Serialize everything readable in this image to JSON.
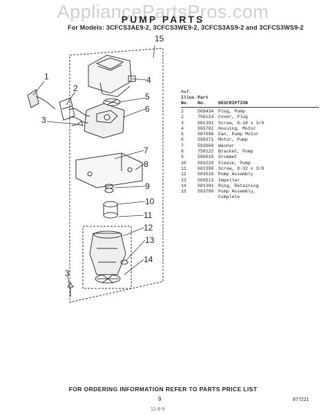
{
  "watermark": "AppliancePartsPros.com",
  "title": "PUMP PARTS",
  "models_line": "For Models: 3CFCS3AE9-2, 3CFCS3WE9-2, 3CFCS3AS9-2 and 3CFCS3WS9-2",
  "callouts": [
    "15",
    "1",
    "2",
    "3",
    "4",
    "5",
    "6",
    "7",
    "8",
    "9",
    "10",
    "11",
    "12",
    "13",
    "14",
    "3"
  ],
  "table": {
    "key_label": "Ref.",
    "headers": {
      "illus": [
        "Illus.",
        "No."
      ],
      "part": [
        "Part",
        "No."
      ],
      "desc": "DESCRIPTION"
    },
    "rows": [
      {
        "illus": "1",
        "part": "569434",
        "desc": "Plug, Pump"
      },
      {
        "illus": "2",
        "part": "756124",
        "desc": "Cover, Plug"
      },
      {
        "illus": "3",
        "part": "681391",
        "desc": "Screw, 8-18 x 3/4"
      },
      {
        "illus": "4",
        "part": "593702",
        "desc": "Housing, Motor"
      },
      {
        "illus": "5",
        "part": "587096",
        "desc": "Fan, Pump Motor"
      },
      {
        "illus": "6",
        "part": "599371",
        "desc": "Motor, Pump"
      },
      {
        "illus": "7",
        "part": "593060",
        "desc": "Washer"
      },
      {
        "illus": "8",
        "part": "758122",
        "desc": "Bracket, Pump"
      },
      {
        "illus": "9",
        "part": "596016",
        "desc": "Grommet"
      },
      {
        "illus": "10",
        "part": "593229",
        "desc": "Sleeve, Pump"
      },
      {
        "illus": "11",
        "part": "681390",
        "desc": "Screw, 8-32 x 3/8"
      },
      {
        "illus": "12",
        "part": "583518",
        "desc": "Pump Assembly"
      },
      {
        "illus": "13",
        "part": "569513",
        "desc": "Impeller"
      },
      {
        "illus": "14",
        "part": "681301",
        "desc": "Ring, Retaining"
      },
      {
        "illus": "15",
        "part": "593700",
        "desc": "Pump Assembly,"
      },
      {
        "illus": "",
        "part": "",
        "desc": "Complete"
      }
    ]
  },
  "footer": "FOR ORDERING INFORMATION REFER TO PARTS PRICE LIST",
  "page_number": "9",
  "catalog_number": "877221",
  "handwritten_note": "12-8-9"
}
